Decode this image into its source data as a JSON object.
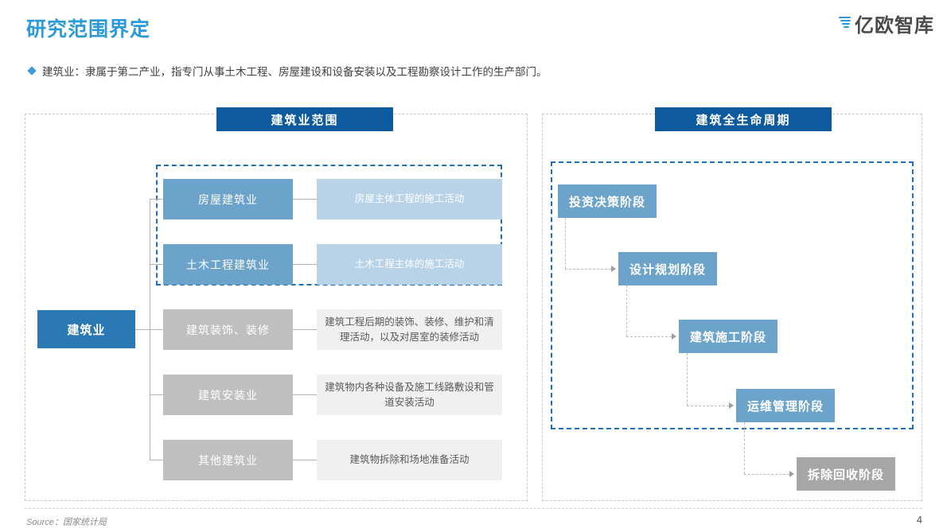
{
  "header": {
    "title": "研究范围界定",
    "logo_text": "亿欧智库",
    "accent_color": "#2b9ad6"
  },
  "subtitle": {
    "bullet": "diamond-bullet-icon",
    "text": "建筑业：隶属于第二产业，指专门从事土木工程、房屋建设和设备安装以及工程勘察设计工作的生产部门。"
  },
  "left_panel": {
    "header": "建筑业范围",
    "root": "建筑业",
    "rows": [
      {
        "category": "房屋建筑业",
        "description": "房屋主体工程的施工活动",
        "style": "blue"
      },
      {
        "category": "土木工程建筑业",
        "description": "土木工程主体的施工活动",
        "style": "blue"
      },
      {
        "category": "建筑装饰、装修",
        "description": "建筑工程后期的装饰、装修、维护和清理活动，以及对居室的装修活动",
        "style": "gray"
      },
      {
        "category": "建筑安装业",
        "description": "建筑物内各种设备及施工线路敷设和管道安装活动",
        "style": "gray"
      },
      {
        "category": "其他建筑业",
        "description": "建筑物拆除和场地准备活动",
        "style": "gray"
      }
    ]
  },
  "right_panel": {
    "header": "建筑全生命周期",
    "stages": [
      {
        "label": "投资决策阶段",
        "style": "blue"
      },
      {
        "label": "设计规划阶段",
        "style": "blue"
      },
      {
        "label": "建筑施工阶段",
        "style": "blue"
      },
      {
        "label": "运维管理阶段",
        "style": "blue"
      },
      {
        "label": "拆除回收阶段",
        "style": "gray"
      }
    ]
  },
  "footer": {
    "source": "Source：国家统计局",
    "page_number": "4"
  }
}
